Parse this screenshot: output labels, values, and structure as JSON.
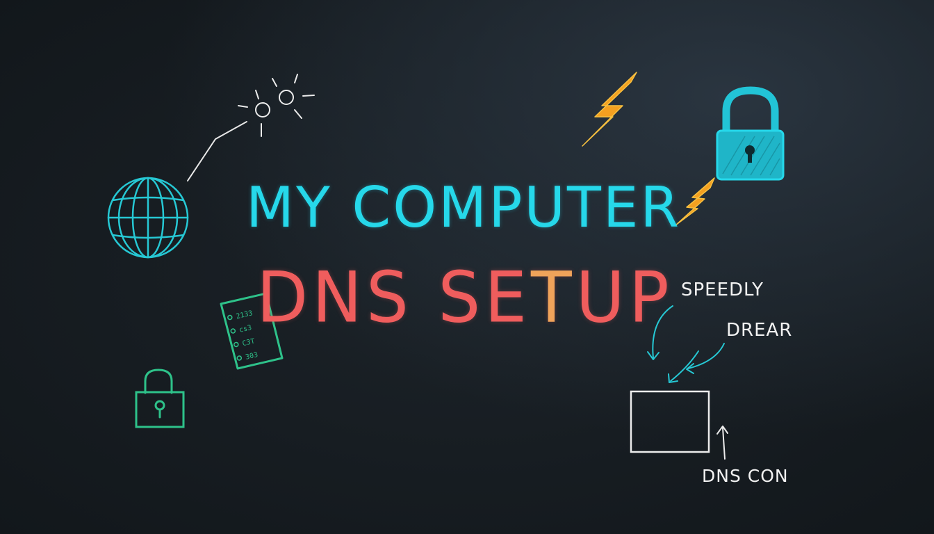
{
  "title": {
    "line1": "MY COMPUTER",
    "line2_part1": "DNS SE",
    "line2_accent": "T",
    "line2_part2": "UP"
  },
  "annotations": {
    "speedly": "SPEEDLY",
    "drear": "DREAR",
    "dns_con": "DNS CON"
  },
  "checklist": {
    "items": [
      "2133",
      "cs3",
      "C3T",
      "303"
    ]
  },
  "colors": {
    "cyan": "#26d8ea",
    "red": "#ef5d5d",
    "orange": "#f0a35a",
    "green": "#2ec28a",
    "chalk_white": "#f2f2f2",
    "lightning": "#f4a020"
  },
  "icons": [
    "globe-icon",
    "sun-icon",
    "lightning-icon",
    "padlock-icon",
    "checklist-icon",
    "dns-box-icon"
  ]
}
